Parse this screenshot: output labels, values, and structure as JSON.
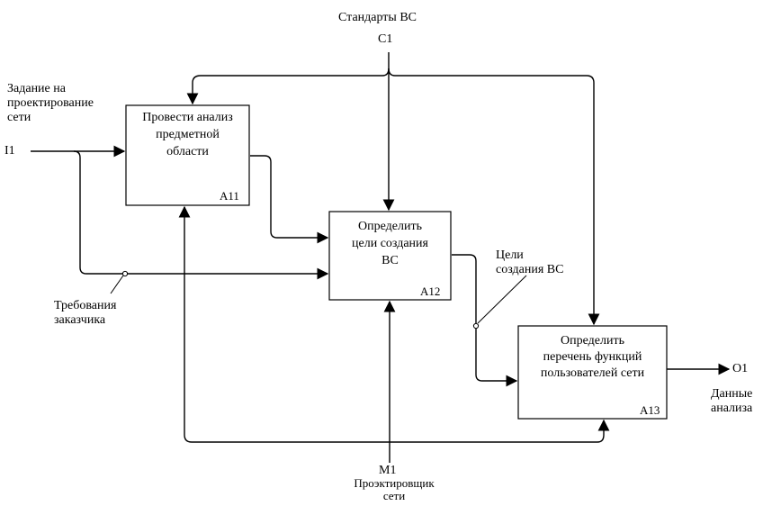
{
  "control": {
    "label": "Стандарты ВС",
    "code": "C1"
  },
  "input": {
    "code": "I1",
    "label_lines": [
      "Задание на",
      "проектирование",
      "сети"
    ]
  },
  "requirements": {
    "lines": [
      "Требования",
      "заказчика"
    ]
  },
  "mechanism": {
    "code": "M1",
    "label_lines": [
      "Проэктировщик",
      "сети"
    ]
  },
  "output": {
    "code": "O1",
    "label_lines": [
      "Данные",
      "анализа"
    ]
  },
  "goals": {
    "lines": [
      "Цели",
      "создания ВС"
    ]
  },
  "boxes": [
    {
      "id": "A11",
      "title_lines": [
        "Провести анализ",
        "предметной",
        "области"
      ]
    },
    {
      "id": "A12",
      "title_lines": [
        "Определить",
        "цели создания",
        "ВС"
      ]
    },
    {
      "id": "A13",
      "title_lines": [
        "Определить",
        "перечень функций",
        "пользователей сети"
      ]
    }
  ]
}
